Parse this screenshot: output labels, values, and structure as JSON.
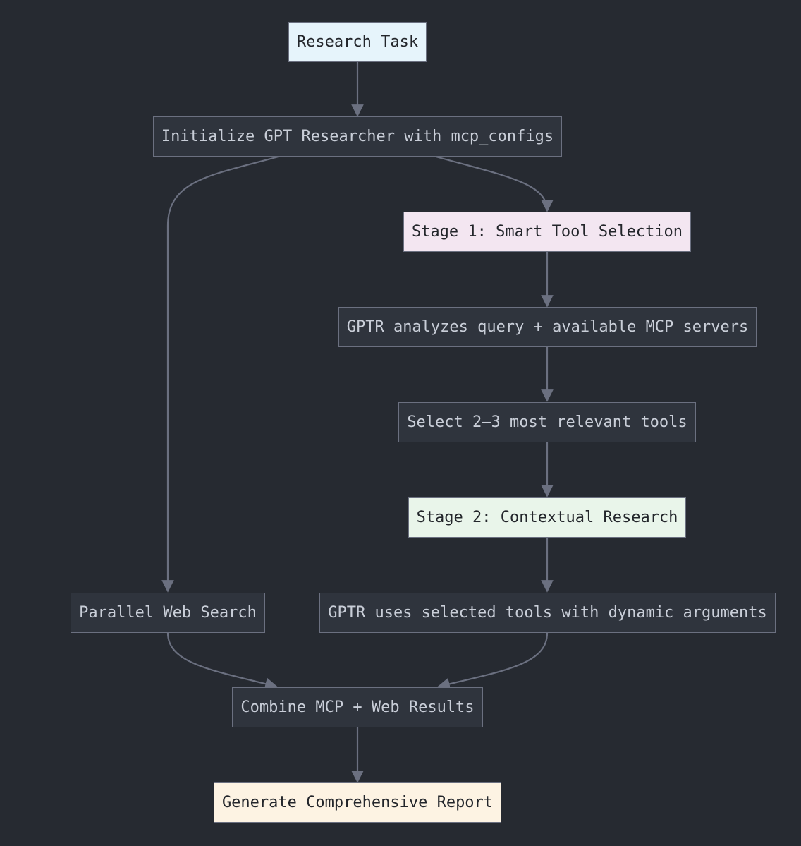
{
  "diagram": {
    "nodes": [
      {
        "id": "research-task",
        "label": "Research Task",
        "fill": "#e6f4fb"
      },
      {
        "id": "initialize",
        "label": "Initialize GPT Researcher with mcp_configs",
        "fill": "#2f343d"
      },
      {
        "id": "stage1",
        "label": "Stage 1: Smart Tool Selection",
        "fill": "#f3e6f1"
      },
      {
        "id": "analyze",
        "label": "GPTR analyzes query + available MCP servers",
        "fill": "#2f343d"
      },
      {
        "id": "select-tools",
        "label": "Select 2–3 most relevant tools",
        "fill": "#2f343d"
      },
      {
        "id": "stage2",
        "label": "Stage 2: Contextual Research",
        "fill": "#e9f5ea"
      },
      {
        "id": "web-search",
        "label": "Parallel Web Search",
        "fill": "#2f343d"
      },
      {
        "id": "use-tools",
        "label": "GPTR uses selected tools with dynamic arguments",
        "fill": "#2f343d"
      },
      {
        "id": "combine",
        "label": "Combine MCP + Web Results",
        "fill": "#2f343d"
      },
      {
        "id": "report",
        "label": "Generate Comprehensive Report",
        "fill": "#fdf3e3"
      }
    ],
    "edges": [
      {
        "from": "research-task",
        "to": "initialize"
      },
      {
        "from": "initialize",
        "to": "web-search"
      },
      {
        "from": "initialize",
        "to": "stage1"
      },
      {
        "from": "stage1",
        "to": "analyze"
      },
      {
        "from": "analyze",
        "to": "select-tools"
      },
      {
        "from": "select-tools",
        "to": "stage2"
      },
      {
        "from": "stage2",
        "to": "use-tools"
      },
      {
        "from": "web-search",
        "to": "combine"
      },
      {
        "from": "use-tools",
        "to": "combine"
      },
      {
        "from": "combine",
        "to": "report"
      }
    ],
    "colors": {
      "background": "#262a31",
      "edge": "#6b7080",
      "node_border": "#6b7080",
      "dark_text": "#c9ced8",
      "light_text": "#23262b"
    }
  }
}
